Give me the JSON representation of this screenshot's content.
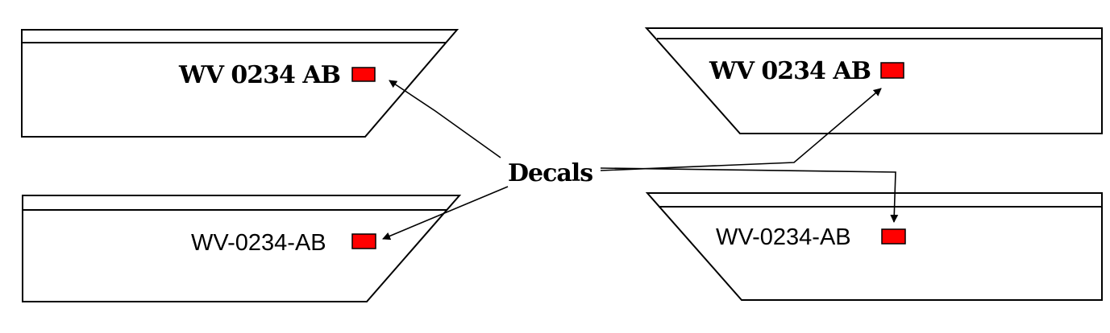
{
  "panels": [
    {
      "plate_text": "WV 0234 AB",
      "style": "bold serif"
    },
    {
      "plate_text": "WV-0234-AB",
      "style": "sans"
    },
    {
      "plate_text": "WV 0234 AB",
      "style": "bold serif"
    },
    {
      "plate_text": "WV-0234-AB",
      "style": "sans"
    }
  ],
  "callout": {
    "label": "Decals"
  },
  "colors": {
    "decal": "#ff0000",
    "line": "#000000"
  }
}
